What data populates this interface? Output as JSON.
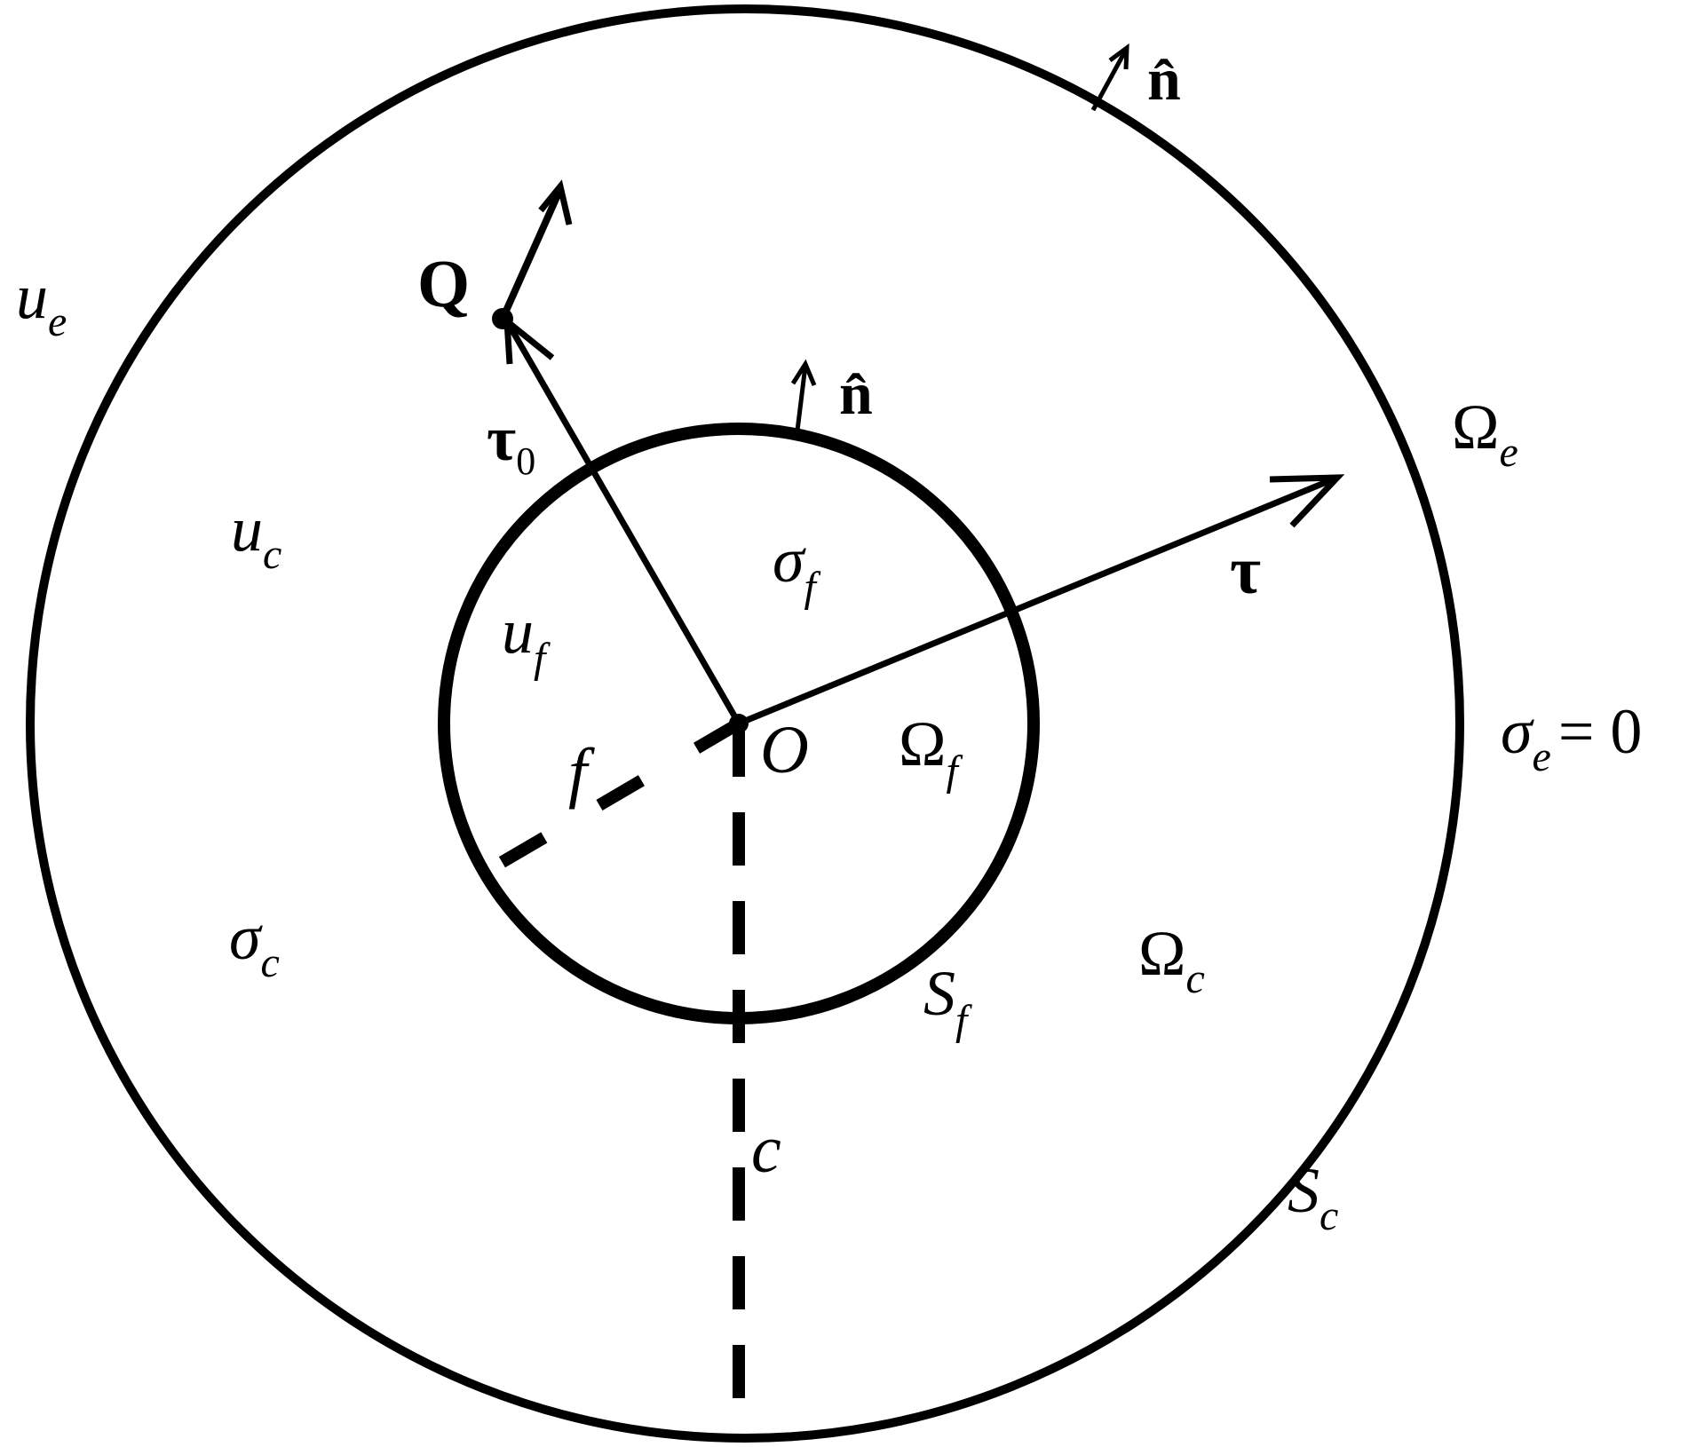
{
  "diagram": {
    "colors": {
      "ink": "#000000",
      "background": "#ffffff"
    },
    "labels": {
      "u_e": {
        "base": "u",
        "sub": "e"
      },
      "u_c": {
        "base": "u",
        "sub": "c"
      },
      "u_f": {
        "base": "u",
        "sub": "f"
      },
      "sigma_c": {
        "base": "σ",
        "sub": "c"
      },
      "sigma_f": {
        "base": "σ",
        "sub": "f"
      },
      "sigma_e": {
        "base": "σ",
        "sub": "e",
        "tail": "= 0"
      },
      "omega_e": {
        "base": "Ω",
        "sub": "e"
      },
      "omega_f": {
        "base": "Ω",
        "sub": "f"
      },
      "omega_c": {
        "base": "Ω",
        "sub": "c"
      },
      "s_f": {
        "base": "S",
        "sub": "f"
      },
      "s_c": {
        "base": "S",
        "sub": "c"
      },
      "tau0": {
        "base": "τ",
        "sub": "0"
      },
      "tau": "τ",
      "point_q": "Q",
      "origin": "O",
      "radius_f": "f",
      "radius_c": "c",
      "normal_outer": "n̂",
      "normal_inner": "n̂"
    }
  }
}
